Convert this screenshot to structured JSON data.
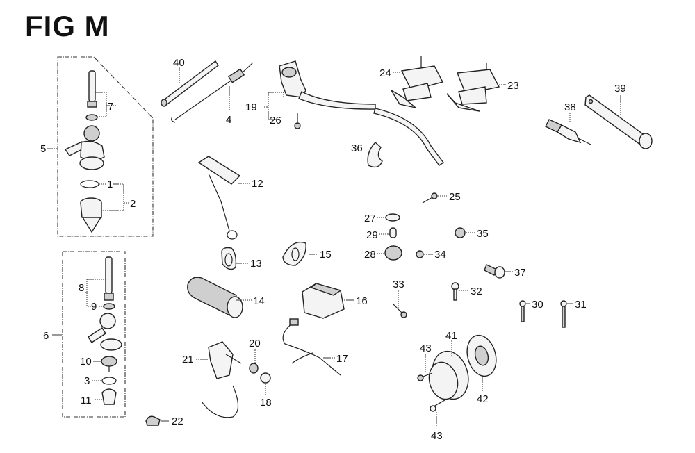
{
  "figure": {
    "title": "FIG M"
  },
  "callouts": [
    {
      "id": "1",
      "label": "1"
    },
    {
      "id": "2",
      "label": "2"
    },
    {
      "id": "3",
      "label": "3"
    },
    {
      "id": "4",
      "label": "4"
    },
    {
      "id": "5",
      "label": "5"
    },
    {
      "id": "6",
      "label": "6"
    },
    {
      "id": "7",
      "label": "7"
    },
    {
      "id": "8",
      "label": "8"
    },
    {
      "id": "9",
      "label": "9"
    },
    {
      "id": "10",
      "label": "10"
    },
    {
      "id": "11",
      "label": "11"
    },
    {
      "id": "12",
      "label": "12"
    },
    {
      "id": "13",
      "label": "13"
    },
    {
      "id": "14",
      "label": "14"
    },
    {
      "id": "15",
      "label": "15"
    },
    {
      "id": "16",
      "label": "16"
    },
    {
      "id": "17",
      "label": "17"
    },
    {
      "id": "18",
      "label": "18"
    },
    {
      "id": "19",
      "label": "19"
    },
    {
      "id": "20",
      "label": "20"
    },
    {
      "id": "21",
      "label": "21"
    },
    {
      "id": "22",
      "label": "22"
    },
    {
      "id": "23",
      "label": "23"
    },
    {
      "id": "24",
      "label": "24"
    },
    {
      "id": "25",
      "label": "25"
    },
    {
      "id": "26",
      "label": "26"
    },
    {
      "id": "27",
      "label": "27"
    },
    {
      "id": "28",
      "label": "28"
    },
    {
      "id": "29",
      "label": "29"
    },
    {
      "id": "30",
      "label": "30"
    },
    {
      "id": "31",
      "label": "31"
    },
    {
      "id": "32",
      "label": "32"
    },
    {
      "id": "33",
      "label": "33"
    },
    {
      "id": "34",
      "label": "34"
    },
    {
      "id": "35",
      "label": "35"
    },
    {
      "id": "36",
      "label": "36"
    },
    {
      "id": "37",
      "label": "37"
    },
    {
      "id": "38",
      "label": "38"
    },
    {
      "id": "39",
      "label": "39"
    },
    {
      "id": "40",
      "label": "40"
    },
    {
      "id": "41",
      "label": "41"
    },
    {
      "id": "42",
      "label": "42"
    },
    {
      "id": "43a",
      "label": "43"
    },
    {
      "id": "43b",
      "label": "43"
    }
  ]
}
